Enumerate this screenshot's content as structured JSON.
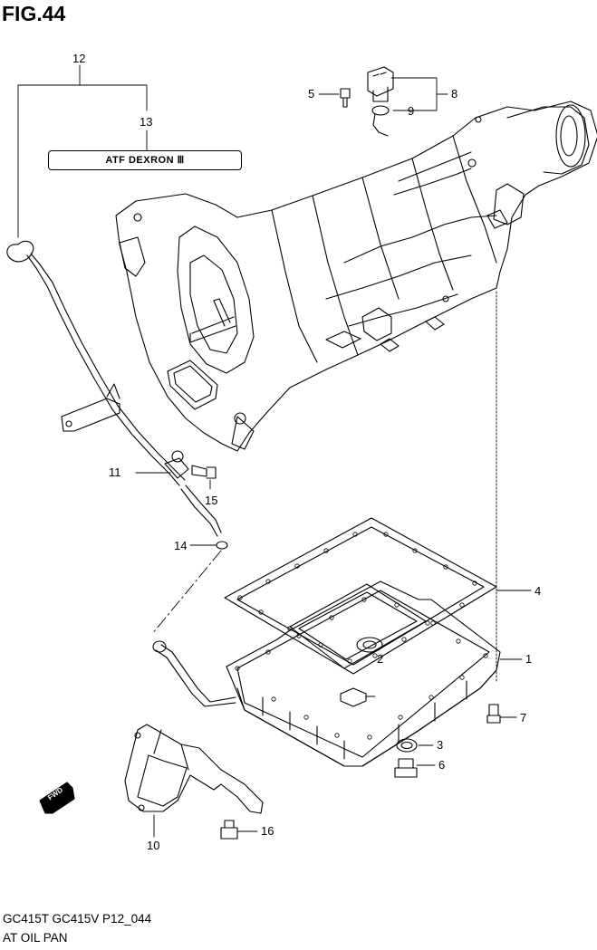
{
  "figure": {
    "title": "FIG.44"
  },
  "fluid_label": "ATF DEXRON Ⅲ",
  "forward_marker": "FWD",
  "callouts": [
    {
      "id": "p1",
      "number": "1"
    },
    {
      "id": "p2",
      "number": "2"
    },
    {
      "id": "p3",
      "number": "3"
    },
    {
      "id": "p4",
      "number": "4"
    },
    {
      "id": "p5",
      "number": "5"
    },
    {
      "id": "p6",
      "number": "6"
    },
    {
      "id": "p7",
      "number": "7"
    },
    {
      "id": "p8",
      "number": "8"
    },
    {
      "id": "p9",
      "number": "9"
    },
    {
      "id": "p10",
      "number": "10"
    },
    {
      "id": "p11",
      "number": "11"
    },
    {
      "id": "p12",
      "number": "12"
    },
    {
      "id": "p13",
      "number": "13"
    },
    {
      "id": "p14",
      "number": "14"
    },
    {
      "id": "p15",
      "number": "15"
    },
    {
      "id": "p16",
      "number": "16"
    }
  ],
  "footer": {
    "model_code": "GC415T GC415V P12_044",
    "section_name": "AT OIL PAN"
  }
}
